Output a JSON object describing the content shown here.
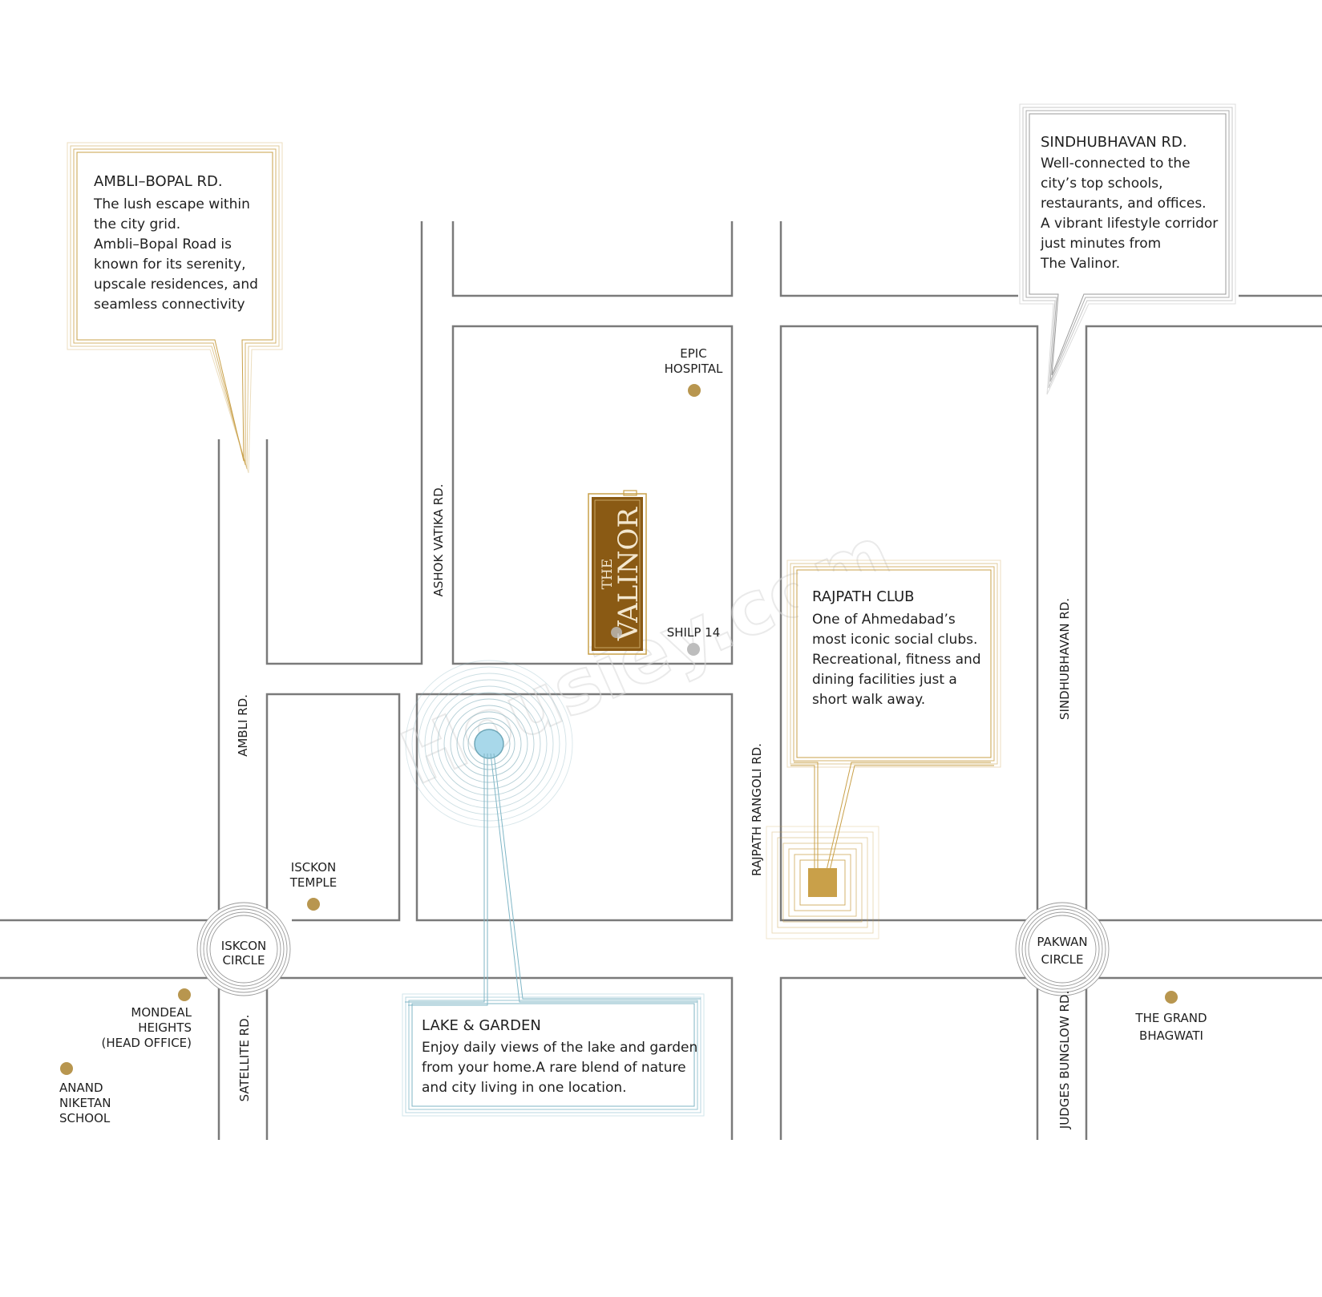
{
  "colors": {
    "road_line": "#7a7a7a",
    "gold": "#b8964f",
    "gold_box": "#c9a049",
    "lake": "#7fb6c6",
    "lake_fill": "#a8d8ea",
    "brand_bg": "#8a5a14",
    "brand_text": "#f3e7cf",
    "grey_dot": "#bdbdbd",
    "text": "#1f1f1f"
  },
  "watermark": "Housiey.com",
  "brand": {
    "line1": "THE",
    "line2": "VALINOR"
  },
  "roads": {
    "ashok_vatika": "ASHOK VATIKA RD.",
    "ambli": "AMBLI RD.",
    "satellite": "SATELLITE RD.",
    "rajpath_rangoli": "RAJPATH RANGOLI RD.",
    "sindhubhavan": "SINDHUBHAVAN RD.",
    "judges_bunglow": "JUDGES BUNGLOW RD."
  },
  "circles": {
    "iskcon": {
      "line1": "ISKCON",
      "line2": "CIRCLE"
    },
    "pakwan": {
      "line1": "PAKWAN",
      "line2": "CIRCLE"
    }
  },
  "pois": {
    "epic_hospital": {
      "line1": "EPIC",
      "line2": "HOSPITAL"
    },
    "shilp14": {
      "line1": "SHILP 14"
    },
    "iskcon_temple": {
      "line1": "ISCKON",
      "line2": "TEMPLE"
    },
    "mondeal": {
      "line1": "MONDEAL",
      "line2": "HEIGHTS",
      "line3": "(HEAD OFFICE)"
    },
    "anand": {
      "line1": "ANAND",
      "line2": "NIKETAN",
      "line3": "SCHOOL"
    },
    "grand_bhagwati": {
      "line1": "THE GRAND",
      "line2": "BHAGWATI"
    }
  },
  "callouts": {
    "ambli_bopal": {
      "title": "AMBLI–BOPAL RD.",
      "lines": [
        "The lush escape within",
        "the city grid.",
        "Ambli–Bopal Road is",
        "known for its serenity,",
        "upscale residences, and",
        "seamless connectivity"
      ]
    },
    "sindhubhavan": {
      "title": "SINDHUBHAVAN RD.",
      "lines": [
        "Well-connected to the",
        "city’s top schools,",
        "restaurants, and offices.",
        "A vibrant lifestyle corridor",
        "just minutes from",
        "The Valinor."
      ]
    },
    "rajpath_club": {
      "title": "RAJPATH CLUB",
      "lines": [
        "One of Ahmedabad’s",
        "most iconic social clubs.",
        "Recreational, fitness and",
        "dining facilities just a",
        "short walk away."
      ]
    },
    "lake_garden": {
      "title": "LAKE & GARDEN",
      "lines": [
        "Enjoy daily views of the lake and garden",
        "from your home.A rare blend of nature",
        "and city living in one location."
      ]
    }
  }
}
